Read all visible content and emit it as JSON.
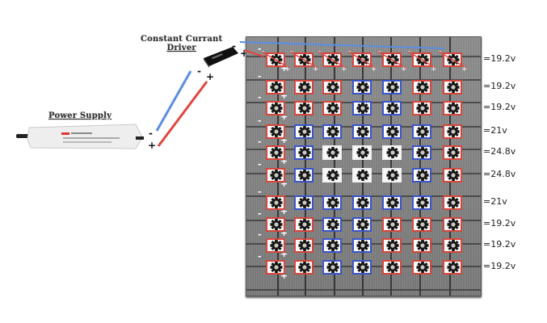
{
  "labels": {
    "power_supply": "Power Supply",
    "driver_line1": "Constant Currant",
    "driver_line2": "Driver"
  },
  "polarity": {
    "minus": "-",
    "plus": "+"
  },
  "colors": {
    "red_wire": "#e0463e",
    "blue_wire": "#5b8ee0",
    "red_led_border": "#d6463c",
    "blue_led_border": "#3b55c9",
    "panel": "#888888"
  },
  "rows": [
    {
      "voltage": "=19.2v",
      "leds": [
        "red",
        "red",
        "red",
        "red",
        "red",
        "red",
        "red"
      ]
    },
    {
      "voltage": "=19.2v",
      "leds": [
        "red",
        "red",
        "red",
        "blue",
        "blue",
        "red",
        "red"
      ]
    },
    {
      "voltage": "=19.2v",
      "leds": [
        "red",
        "red",
        "red",
        "blue",
        "blue",
        "red",
        "red"
      ]
    },
    {
      "voltage": "=21v",
      "leds": [
        "red",
        "blue",
        "blue",
        "blue",
        "blue",
        "blue",
        "red"
      ]
    },
    {
      "voltage": "=24.8v",
      "leds": [
        "red",
        "blue",
        "white",
        "white",
        "white",
        "blue",
        "red"
      ]
    },
    {
      "voltage": "=24.8v",
      "leds": [
        "red",
        "blue",
        "white",
        "white",
        "white",
        "blue",
        "red"
      ]
    },
    {
      "voltage": "=21v",
      "leds": [
        "red",
        "blue",
        "blue",
        "blue",
        "blue",
        "blue",
        "red"
      ]
    },
    {
      "voltage": "=19.2v",
      "leds": [
        "red",
        "red",
        "blue",
        "blue",
        "red",
        "red",
        "red"
      ]
    },
    {
      "voltage": "=19.2v",
      "leds": [
        "red",
        "red",
        "blue",
        "blue",
        "red",
        "red",
        "red"
      ]
    },
    {
      "voltage": "=19.2v",
      "leds": [
        "red",
        "red",
        "blue",
        "blue",
        "red",
        "red",
        "red"
      ]
    }
  ]
}
